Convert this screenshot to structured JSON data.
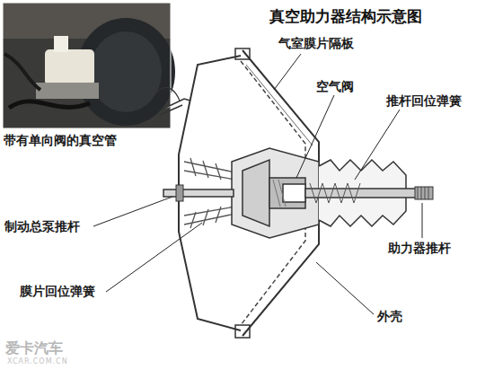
{
  "diagram": {
    "title": "真空助力器结构示意图",
    "labels": [
      "气室膜片隔板",
      "空气阀",
      "推杆回位弹簧",
      "带有单向阀的真空管",
      "制动总泵推杆",
      "助力器推杆",
      "膜片回位弹簧",
      "外壳",
      "爱卡汽车",
      "XCAR.COM.CN"
    ]
  }
}
